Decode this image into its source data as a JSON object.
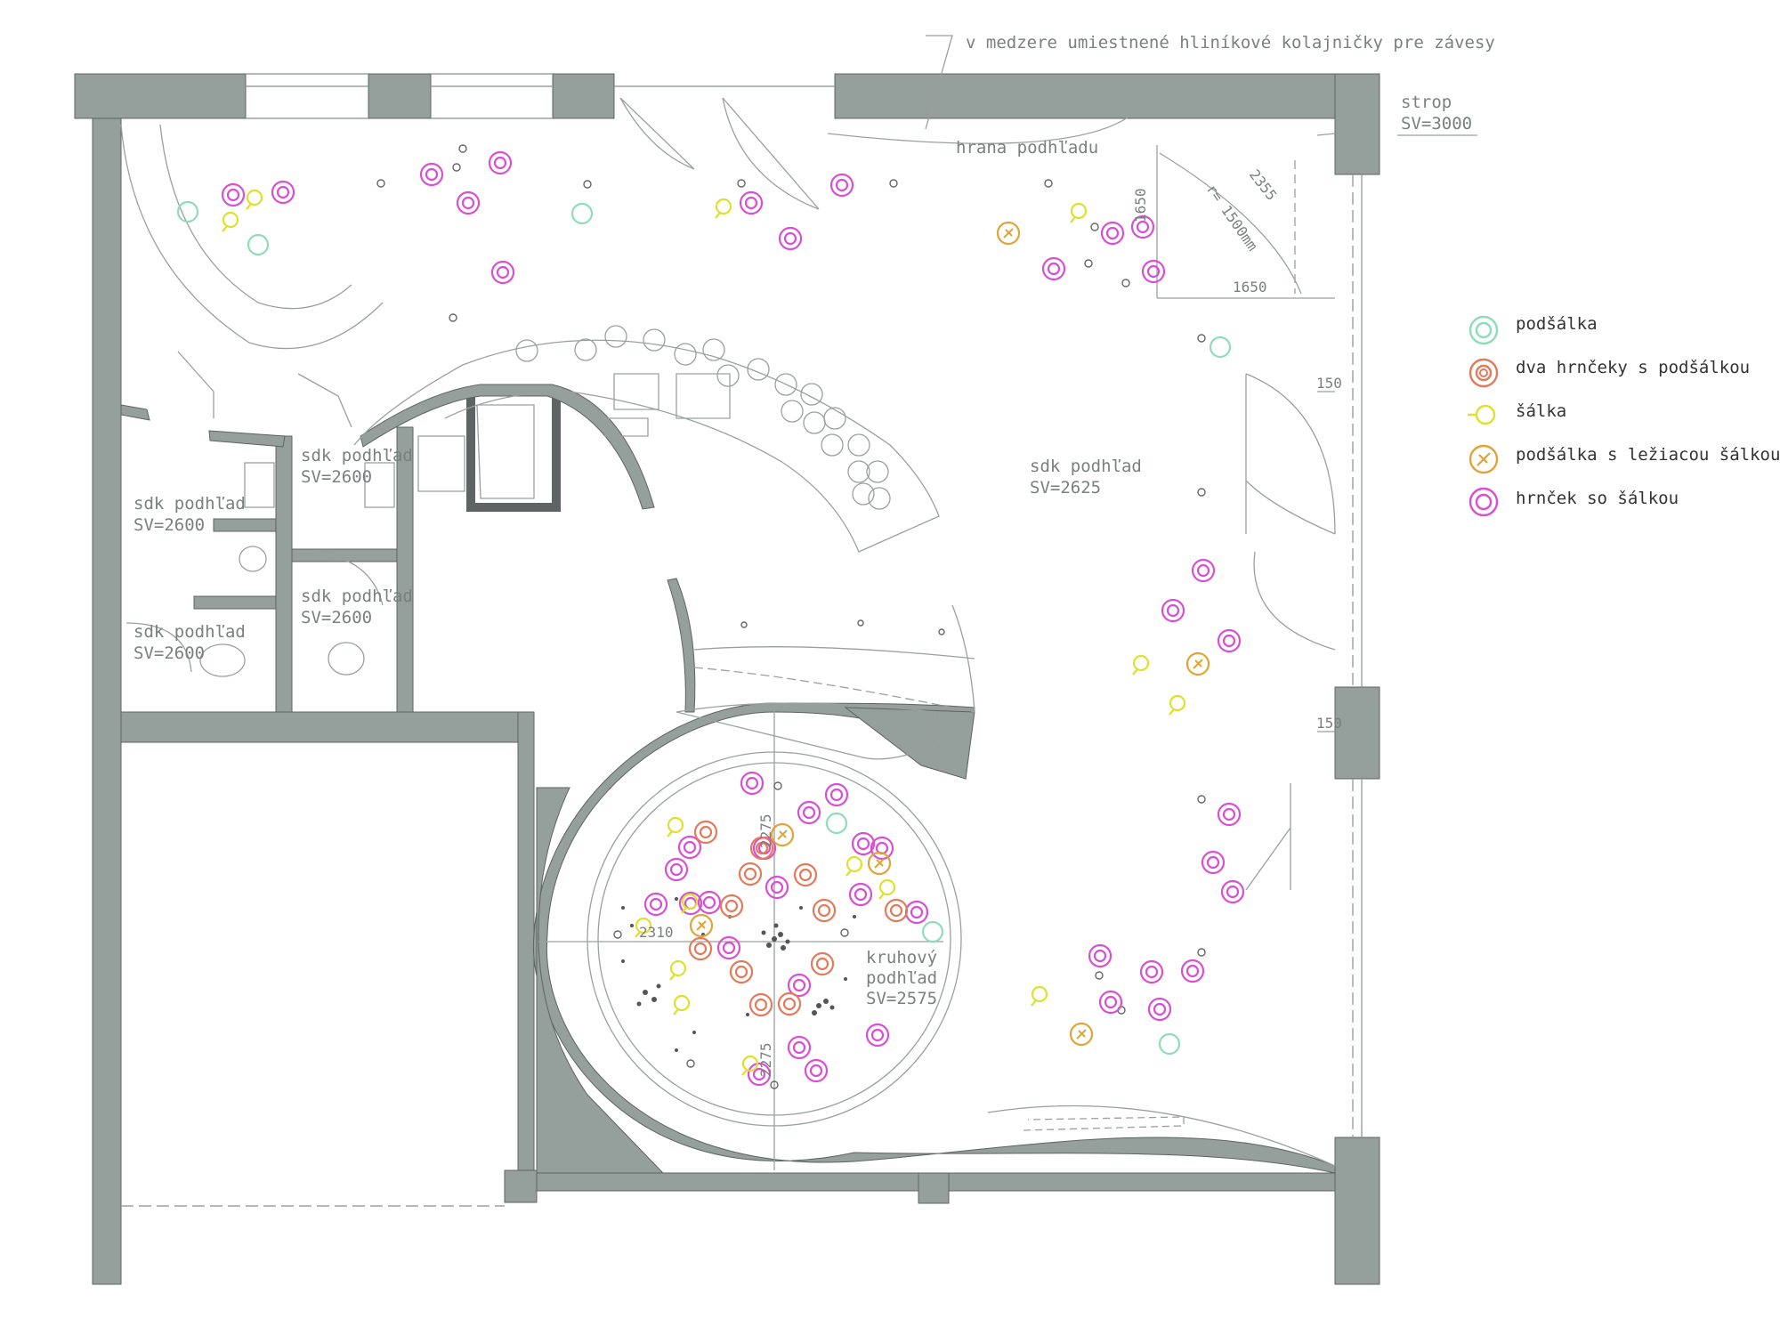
{
  "annotations": {
    "top_note": "v medzere umiestnené hliníkové kolajničky pre závesy",
    "ceiling_edge": "hrana podhľadu",
    "strop_title": "strop",
    "strop_value": "SV=3000",
    "radius": "r= 1500mm",
    "arc_len": "2355",
    "dim_v": "1650",
    "dim_h": "1650",
    "dim_150_a": "150",
    "dim_150_b": "150",
    "dim_2310": "2310",
    "dim_2275_a": "2275",
    "dim_2275_b": "2275"
  },
  "rooms": {
    "main": {
      "title": "sdk podhľad",
      "value": "SV=2625"
    },
    "round": {
      "line1": "kruhový",
      "line2": "podhľad",
      "value": "SV=2575"
    },
    "left_top": {
      "title": "sdk podhľad",
      "value": "SV=2600"
    },
    "mid_top": {
      "title": "sdk podhľad",
      "value": "SV=2600"
    },
    "mid_bottom": {
      "title": "sdk podhľad",
      "value": "SV=2600"
    },
    "left_bottom": {
      "title": "sdk podhľad",
      "value": "SV=2600"
    }
  },
  "legend": [
    {
      "label": "podšálka",
      "color": "#8fdcb9",
      "symbol": "saucer"
    },
    {
      "label": "dva hrnčeky s podšálkou",
      "color": "#e27a5c",
      "symbol": "two-cups"
    },
    {
      "label": "šálka",
      "color": "#dfe02c",
      "symbol": "cup"
    },
    {
      "label": "podšálka s ležiacou šálkou",
      "color": "#e0a437",
      "symbol": "saucer-lying-cup"
    },
    {
      "label": "hrnček so šálkou",
      "color": "#d94fd3",
      "symbol": "mug-with-cup"
    }
  ],
  "colors": {
    "wall": "#959f9b",
    "line": "#9aa0a0"
  }
}
